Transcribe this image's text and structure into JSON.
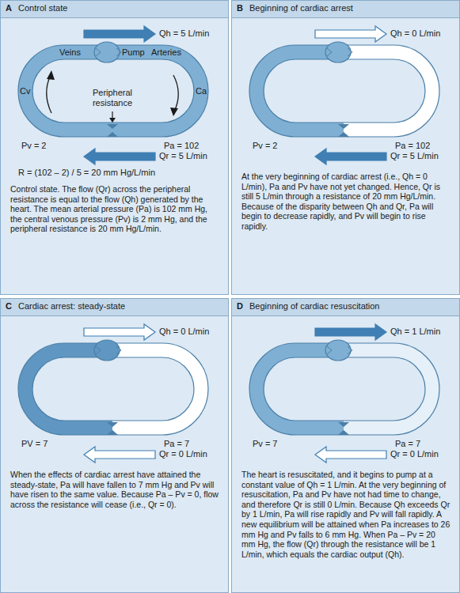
{
  "diagram": {
    "nodes": [
      {
        "text": [
          "A",
          "Control state",
          "Control state. The flow (Qr) across the peripheral resistance is equal to the flow (Qh) generated by the heart. The mean arterial pressure (Pa) is 102 mm Hg, the central venous pressure (Pv) is 2 mm Hg, and the peripheral resistance is 20 mm Hg/L/min."
        ]
      },
      {
        "text": [
          "B",
          "Beginning of cardiac arrest",
          "At the very beginning of cardiac arrest (i.e., Qh = 0 L/min), Pa and Pv have not yet changed. Hence, Qr is still 5 L/min through a resistance of 20 mm Hg/L/min. Because of the disparity between Qh and Qr, Pa will begin to decrease rapidly, and Pv will begin to rise rapidly."
        ]
      },
      {
        "text": [
          "C",
          "Cardiac arrest: steady-state",
          "When the effects of cardiac arrest have attained the steady-state, Pa will have fallen to 7 mm Hg and Pv will have risen to the same value. Because Pa – Pv = 0, flow across the resistance will cease (i.e., Qr = 0)."
        ]
      },
      {
        "text": [
          "D",
          "Beginning of cardiac resuscitation",
          "The heart is resuscitated, and it begins to pump at a constant value of Qh = 1 L/min. At the very beginning of resuscitation, Pa and Pv have not had time to change, and therefore Qr is still 0 L/min. Because Qh exceeds Qr by 1 L/min, Pa will rise rapidly and Pv will fall rapidly. A new equilibrium will be attained when Pa increases to 26 mm Hg and Pv falls to 6 mm Hg. When Pa – Pv = 20 mm Hg, the flow (Qr) through the resistance will be 1 L/min, which equals the cardiac output (Qh)."
        ]
      }
    ],
    "labels": [
      "Qh = 5 L/min",
      "Veins",
      "Pump",
      "Arteries",
      "Peripheral resistance",
      "Cv",
      "Ca",
      "Pv = 2",
      "Pa = 102",
      "Qr = 5 L/min",
      "R = (102 – 2) / 5 = 20 mm Hg/L/min",
      "Qh = 0 L/min",
      "Pv = 2",
      "Pa = 102",
      "Qr = 5 L/min",
      "Qh = 0 L/min",
      "PV = 7",
      "Pa = 7",
      "Qr = 0 L/min",
      "Qh = 1 L/min",
      "Pv = 7",
      "Pa = 7",
      "Qr = 0 L/min"
    ]
  }
}
